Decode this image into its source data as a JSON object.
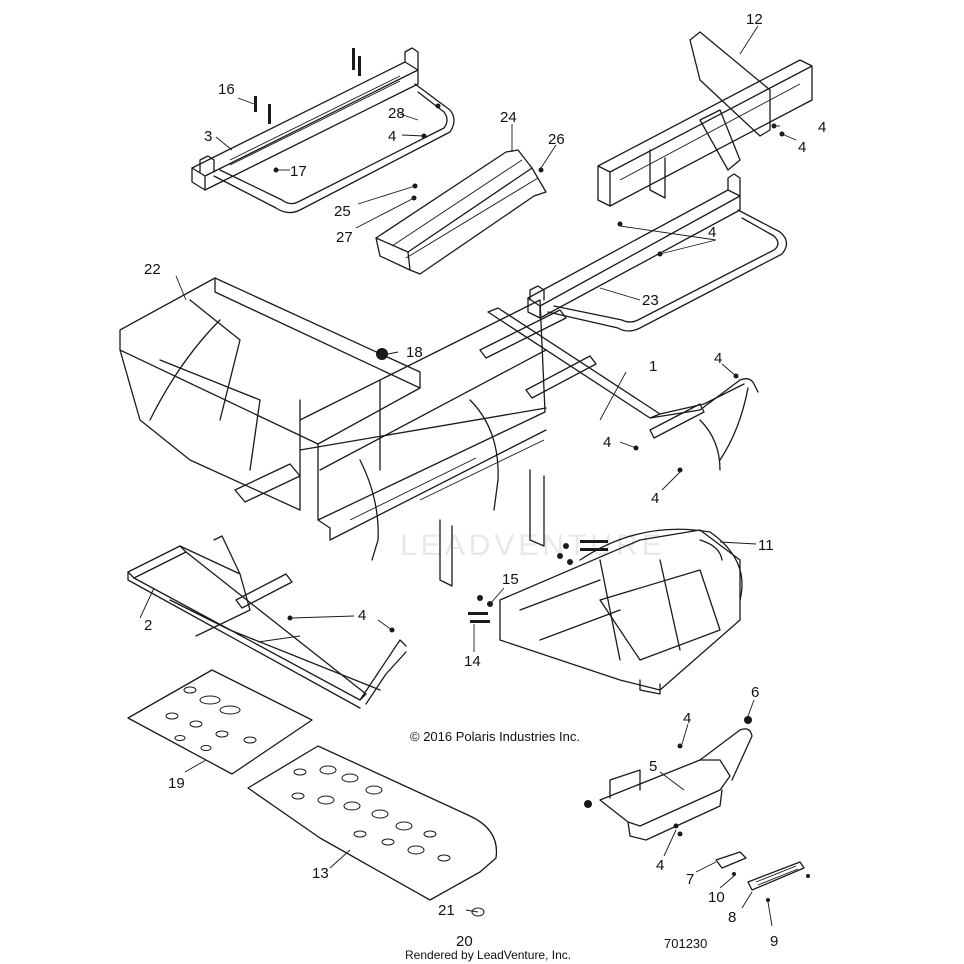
{
  "diagram": {
    "callouts": {
      "c1": "1",
      "c2": "2",
      "c3": "3",
      "c4a": "4",
      "c4b": "4",
      "c4c": "4",
      "c4d": "4",
      "c4e": "4",
      "c4f": "4",
      "c4g": "4",
      "c4h": "4",
      "c4i": "4",
      "c4j": "4",
      "c5": "5",
      "c6": "6",
      "c7": "7",
      "c8": "8",
      "c9": "9",
      "c10": "10",
      "c11": "11",
      "c12": "12",
      "c13": "13",
      "c14": "14",
      "c15": "15",
      "c16": "16",
      "c17": "17",
      "c18": "18",
      "c19": "19",
      "c20": "20",
      "c21": "21",
      "c22": "22",
      "c23": "23",
      "c24": "24",
      "c25": "25",
      "c26": "26",
      "c27": "27",
      "c28": "28"
    },
    "copyright": "© 2016 Polaris Industries Inc.",
    "rendered_by": "Rendered by LeadVenture, Inc.",
    "figure_number": "701230",
    "watermark": "LEADVENTURE"
  }
}
